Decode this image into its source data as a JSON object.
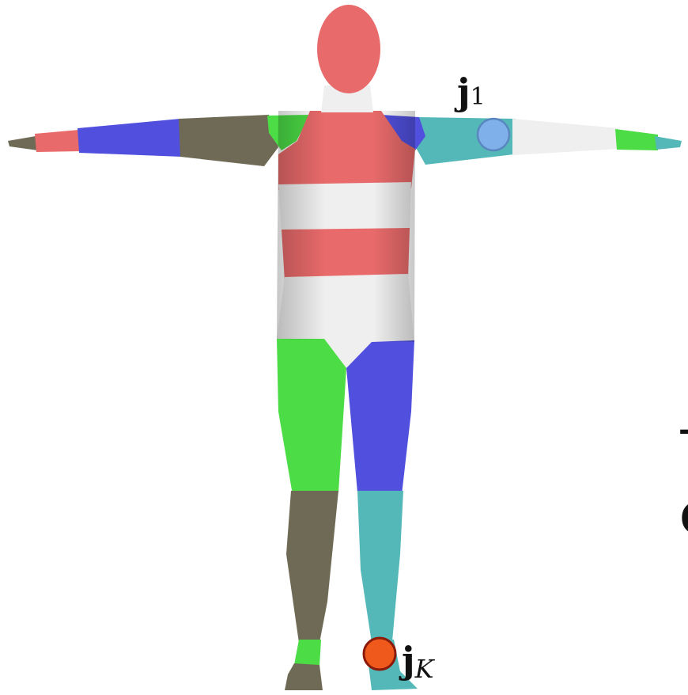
{
  "figure": {
    "joint_top": {
      "symbol": "j",
      "subscript": "1",
      "color": "#7fb0ea",
      "stroke": "#5a86bf"
    },
    "joint_bottom": {
      "symbol": "j",
      "subscript": "K",
      "color": "#ef5a1c",
      "stroke": "#8b1a0a"
    },
    "segment_colors": {
      "red": "#e86a6a",
      "white": "#efefef",
      "green": "#4cdc46",
      "blue": "#5150de",
      "teal": "#55b8b8",
      "olive": "#6f6a55"
    },
    "right_edge_glyphs": {
      "top": "-",
      "bottom": "("
    }
  }
}
